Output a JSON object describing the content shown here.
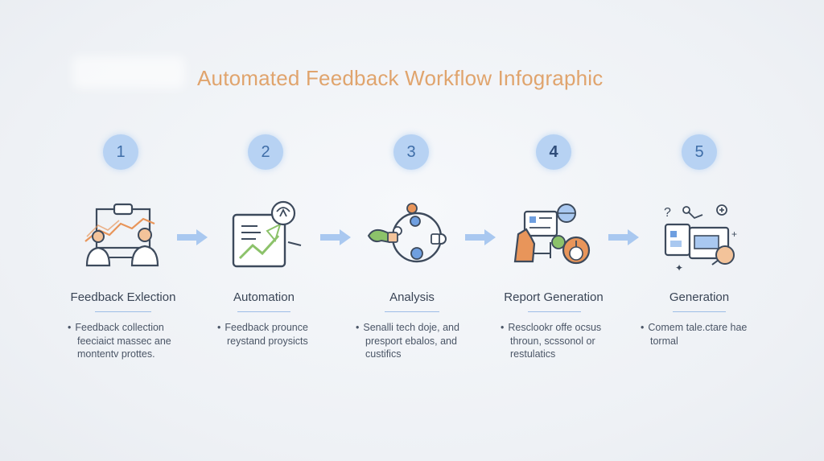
{
  "title": "Automated Feedback Workflow Infographic",
  "steps": [
    {
      "number": "1",
      "title": "Feedback Exlection",
      "description": [
        "Feedback collection",
        "feeciaict massec ane",
        "montentv prottes."
      ],
      "icon": "people-feedback-chart-icon"
    },
    {
      "number": "2",
      "title": "Automation",
      "description": [
        "Feedback prounce",
        "reystand proysicts"
      ],
      "icon": "automated-report-icon"
    },
    {
      "number": "3",
      "title": "Analysis",
      "description": [
        "Senalli tech doje, and",
        "presport ebalos, and",
        "custifics"
      ],
      "icon": "analysis-network-icon"
    },
    {
      "number": "4",
      "title": "Report Generation",
      "description": [
        "Resclookr offe ocsus",
        "throun, scssonol or",
        "restulatics"
      ],
      "icon": "report-hand-icon"
    },
    {
      "number": "5",
      "title": "Generation",
      "description": [
        "Comem tale.ctare hae",
        "tormal"
      ],
      "icon": "dashboard-generation-icon"
    }
  ],
  "colors": {
    "title": "#e0a46d",
    "badge_fill": "#b7d2f3",
    "badge_text": "#3f6ea8",
    "accent_blue": "#6f9fe0",
    "accent_orange": "#e8955a",
    "accent_green": "#8cc26a",
    "outline": "#3d4a5c",
    "arrow": "#a9c8f0"
  }
}
